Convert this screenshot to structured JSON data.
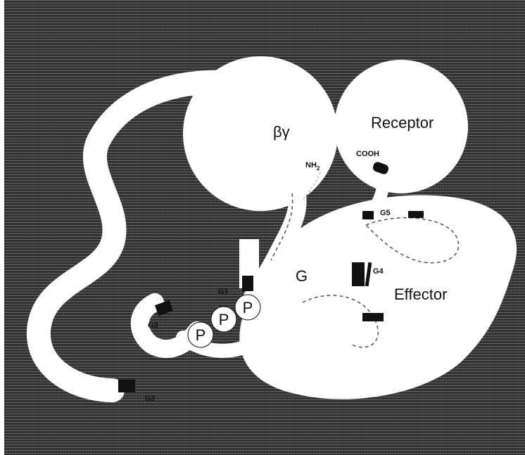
{
  "colors": {
    "background": "#2a2a2a",
    "frame": "#ffffff",
    "shape_fill": "#ffffff",
    "outline": "#111111",
    "motif": "#111111",
    "label": "#111111"
  },
  "labels": {
    "beta_gamma": "βγ",
    "receptor": "Receptor",
    "effector": "Effector",
    "g_alpha": "G",
    "cooh": "COOH",
    "nh2": "NH",
    "nh2_sub": "2",
    "g1": "G1",
    "g2": "G2",
    "g3": "G3",
    "g4": "G4",
    "g5": "G5",
    "phosphate_1": "P",
    "phosphate_2": "P",
    "phosphate_3": "P"
  }
}
